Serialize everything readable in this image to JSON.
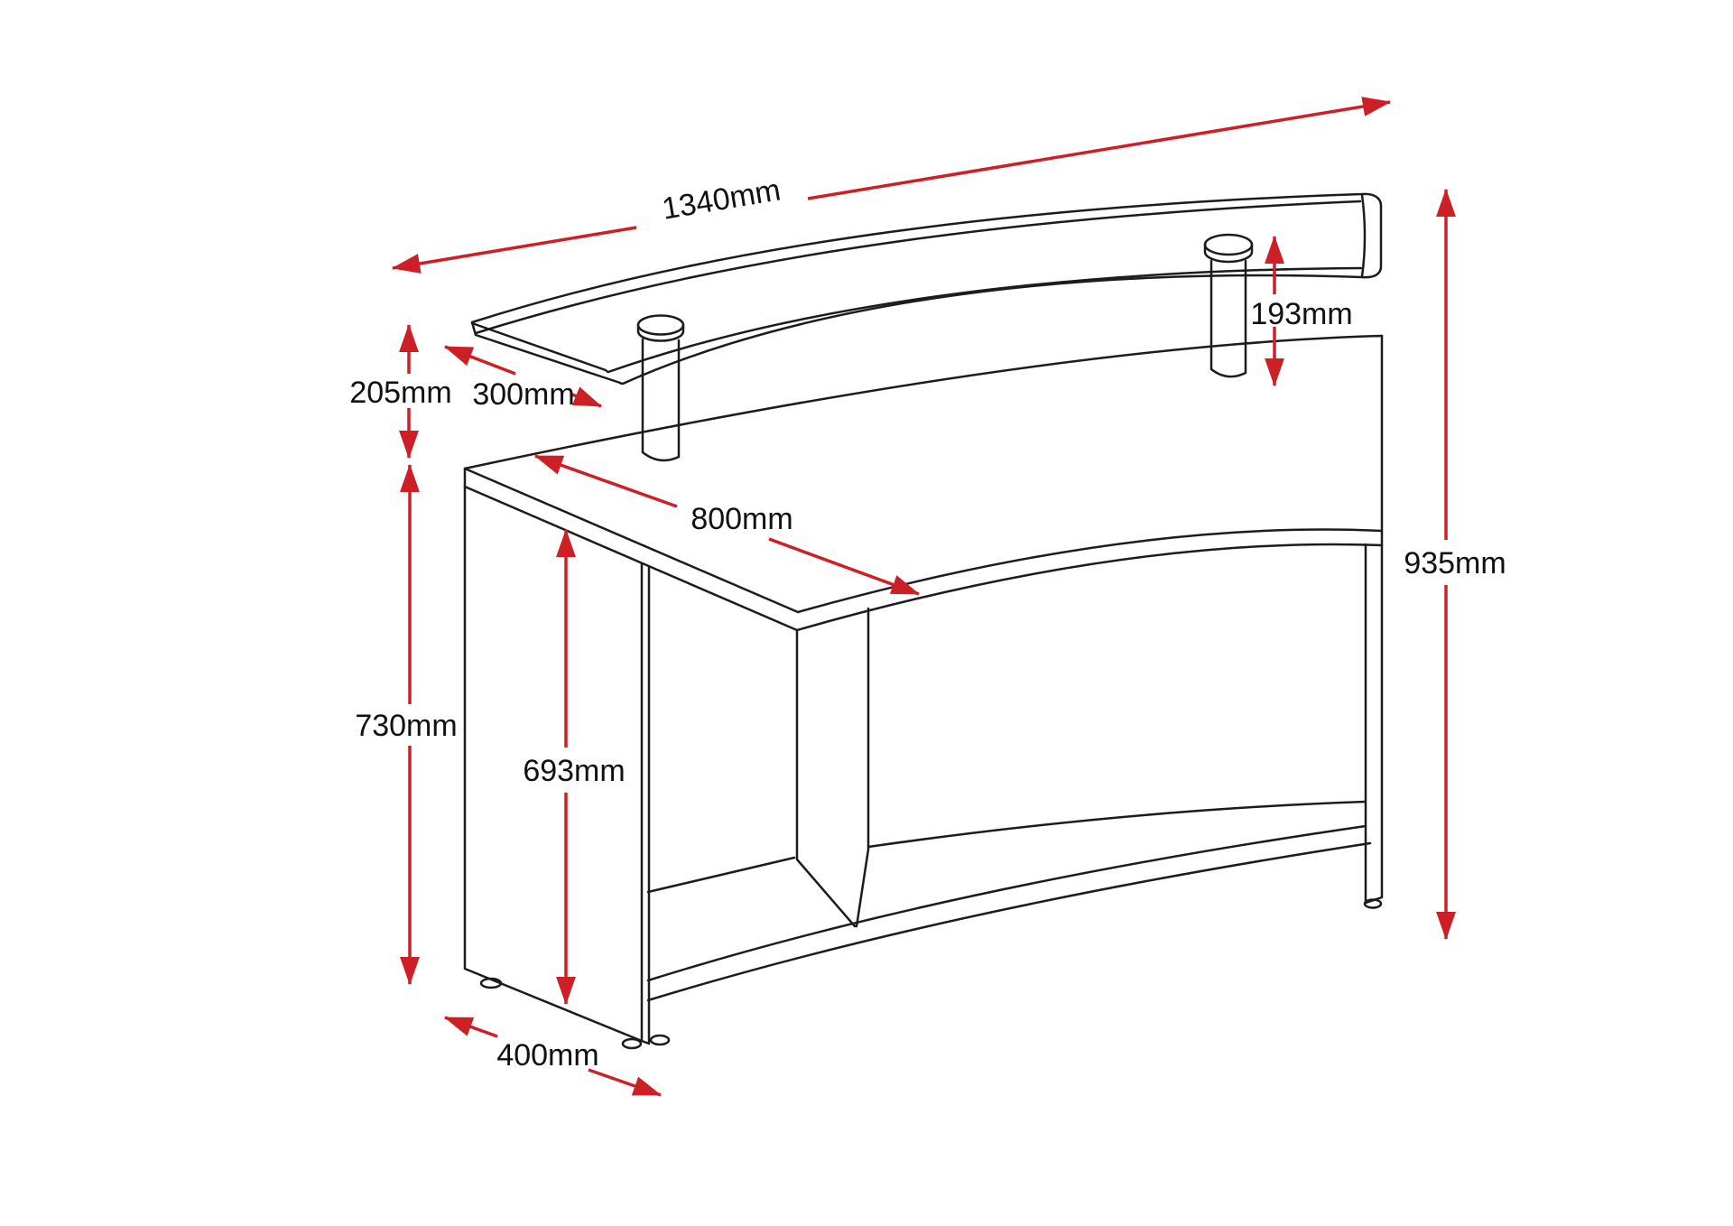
{
  "drawing": {
    "unit": "mm",
    "colors": {
      "dimension_red": "#cc2026",
      "outline_black": "#1c1c1c",
      "label_text": "#111111",
      "background": "#ffffff"
    },
    "labels": {
      "overall_width": "1340mm",
      "riser_height": "205mm",
      "glass_shelf_depth": "300mm",
      "post_height": "193mm",
      "worktop_depth": "800mm",
      "overall_height": "935mm",
      "worktop_height": "730mm",
      "interior_clearance": "693mm",
      "side_panel_depth": "400mm"
    }
  }
}
